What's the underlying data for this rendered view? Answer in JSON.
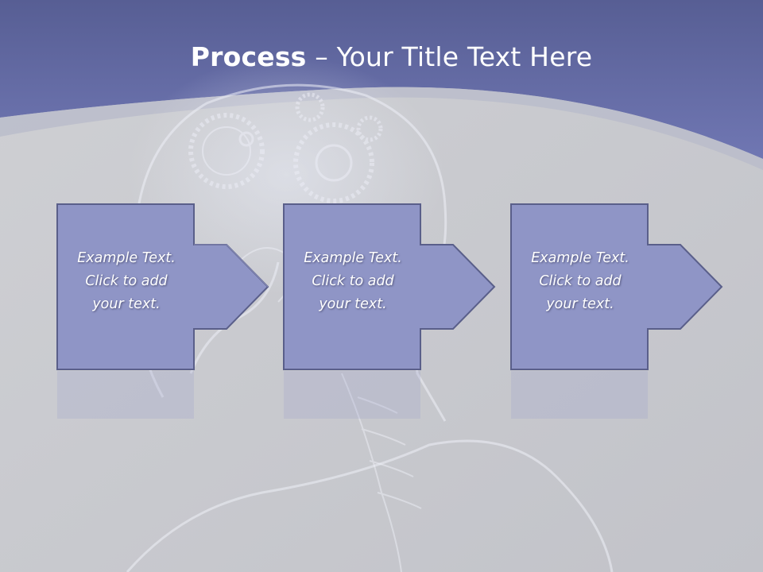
{
  "title": {
    "bold": "Process",
    "rest": " – Your Title Text Here"
  },
  "colors": {
    "band": "#6b73ac",
    "background": "#c9cacf",
    "box_fill": "#8f95c6",
    "box_border": "#5a5f8a"
  },
  "steps": [
    {
      "lines": [
        "Example Text.",
        "Click  to add",
        "your text."
      ]
    },
    {
      "lines": [
        "Example Text.",
        "Click  to add",
        "your text."
      ]
    },
    {
      "lines": [
        "Example Text.",
        "Click  to add",
        "your text."
      ]
    }
  ]
}
